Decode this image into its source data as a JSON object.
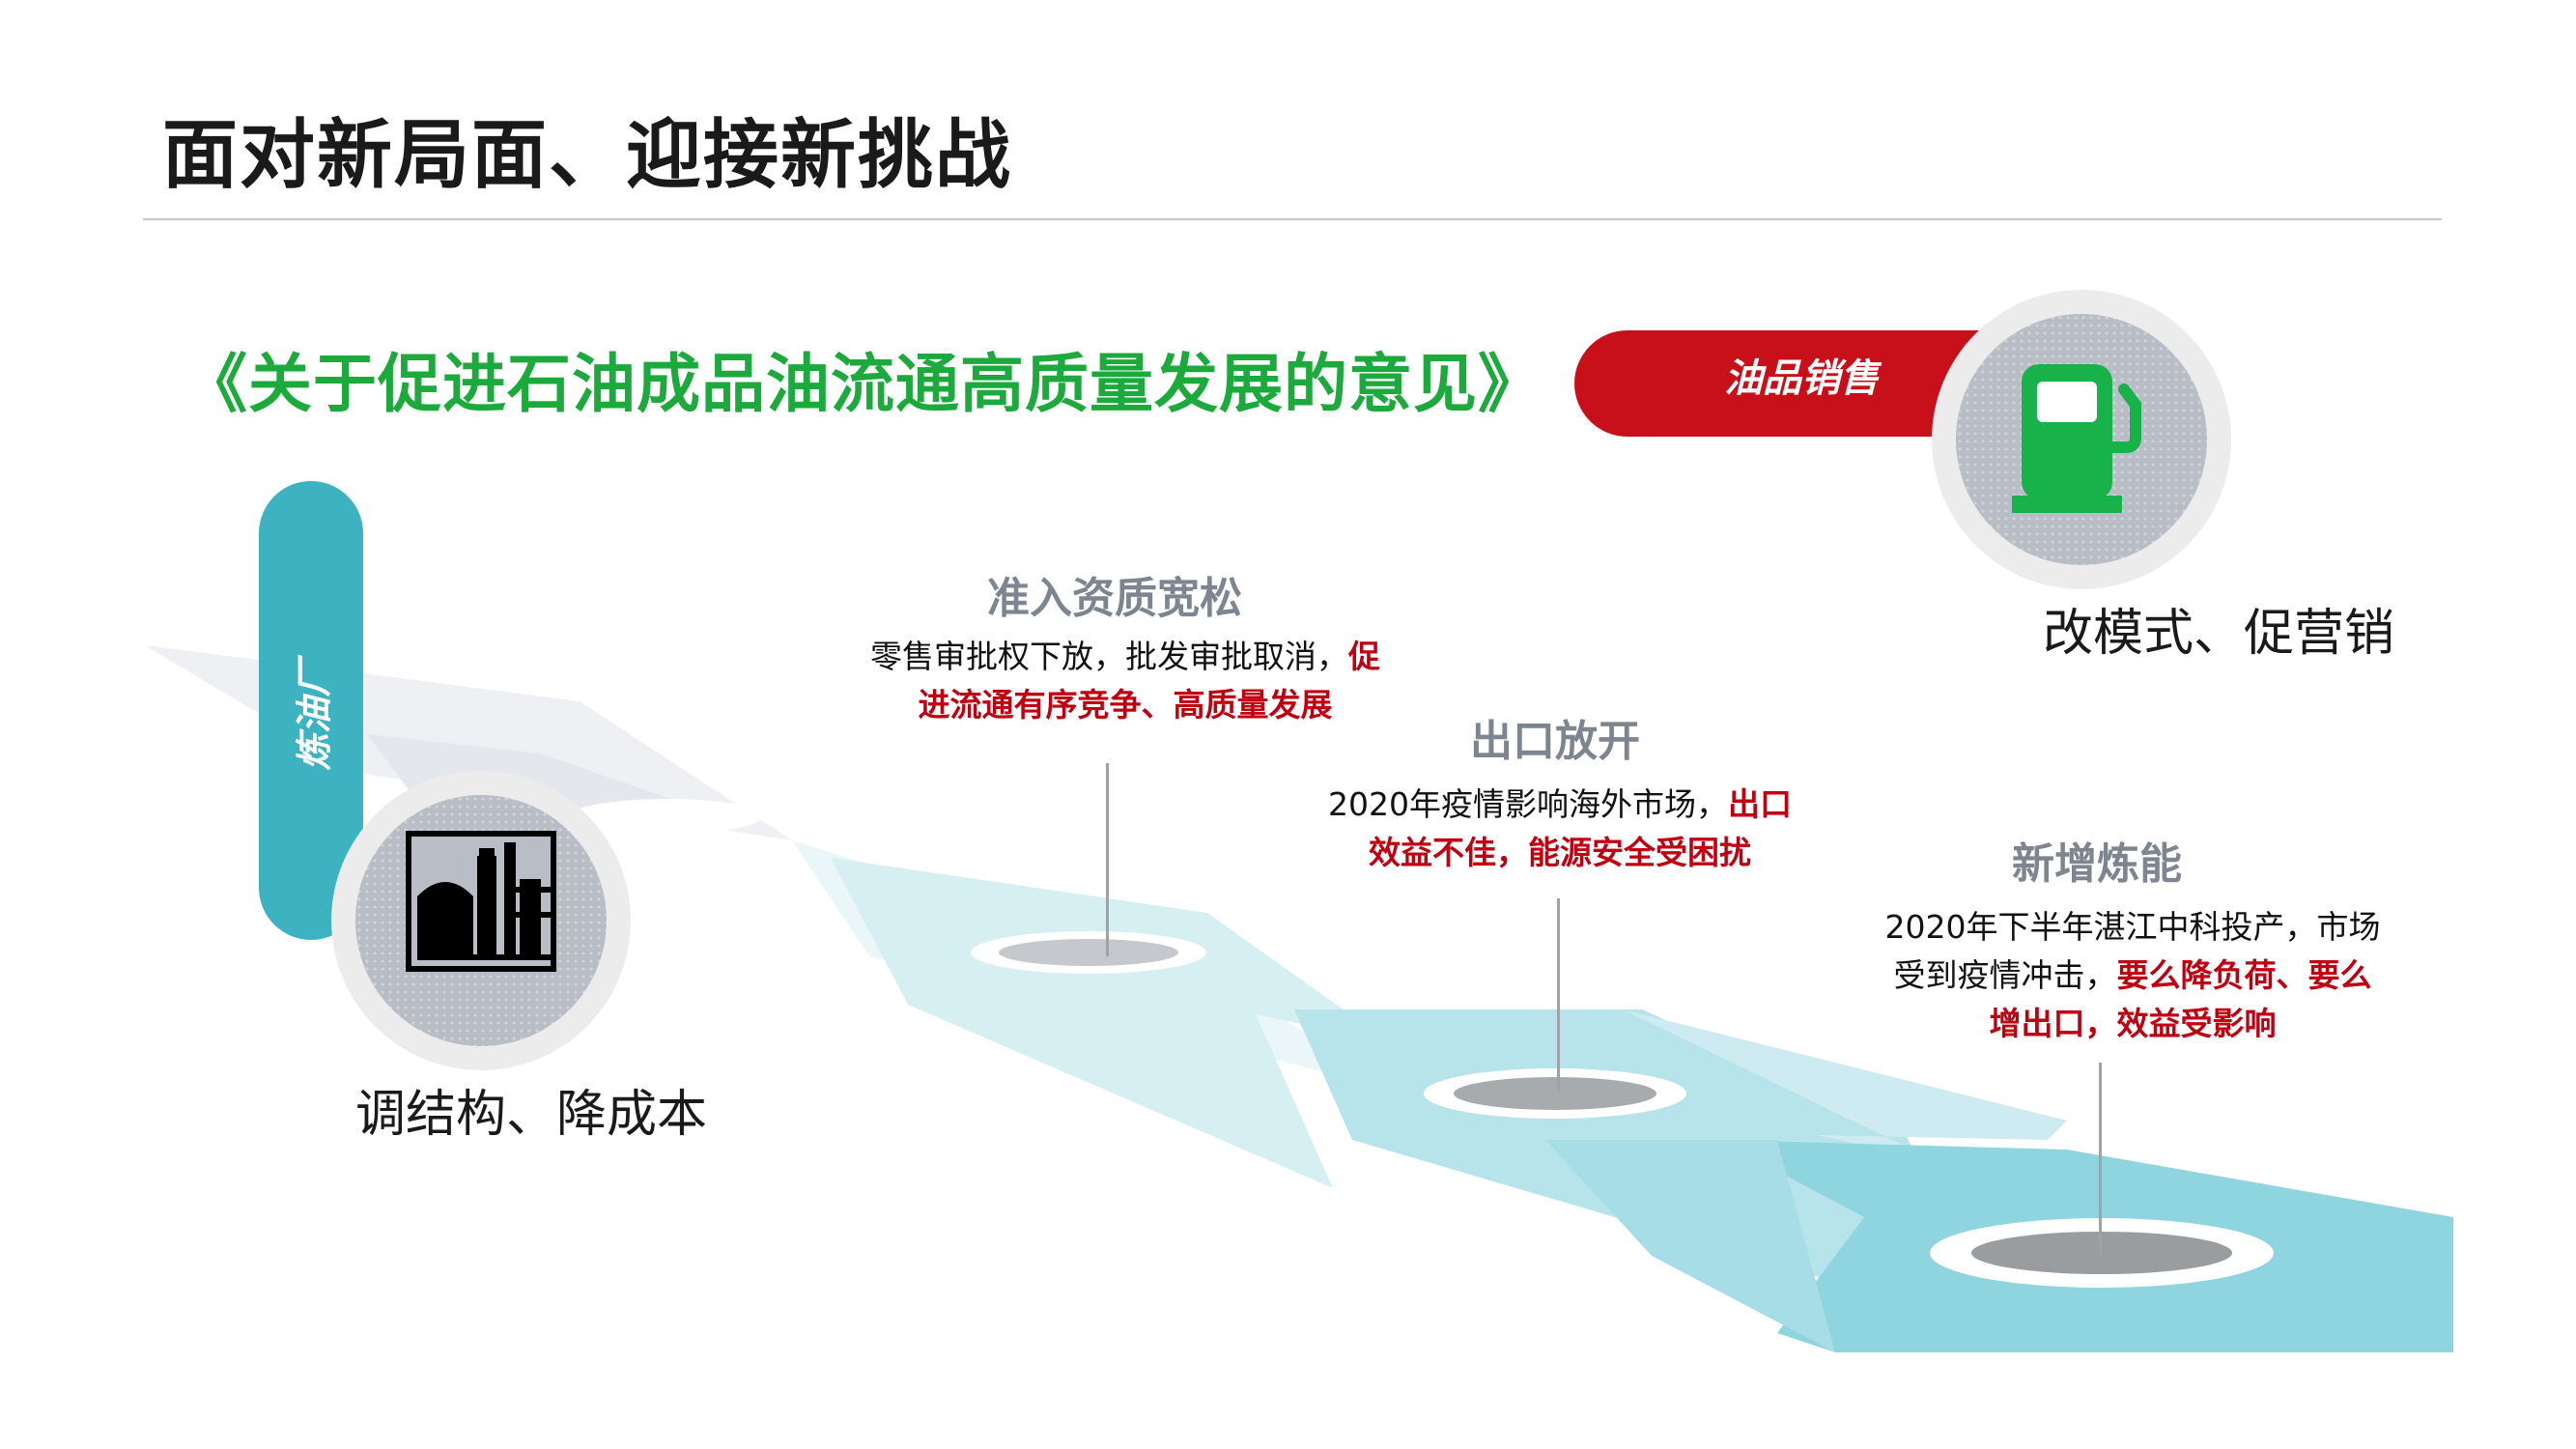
{
  "title": "面对新局面、迎接新挑战",
  "policy_title": "《关于促进石油成品油流通高质量发展的意见》",
  "refinery": {
    "label": "炼油厂",
    "icon": "refinery-icon",
    "caption": "调结构、降成本"
  },
  "oil_sales": {
    "label": "油品销售",
    "icon": "fuel-pump-icon",
    "caption": "改模式、促营销"
  },
  "milestones": [
    {
      "heading": "准入资质宽松",
      "line1_normal": "零售审批权下放，批发审批取消，",
      "line1_red": "促",
      "line2_red": "进流通有序竞争、高质量发展"
    },
    {
      "heading": "出口放开",
      "line1_normal": "2020年疫情影响海外市场，",
      "line1_red": "出口",
      "line2_red": "效益不佳，能源安全受困扰"
    },
    {
      "heading": "新增炼能",
      "line1_normal": "2020年下半年湛江中科投产，市场",
      "line2_normal": "受到疫情冲击，",
      "line2_red": "要么降负荷、要么",
      "line3_red": "增出口，效益受影响"
    }
  ],
  "colors": {
    "accent_red": "#c8101a",
    "accent_green": "#1daa3c",
    "accent_teal": "#3db3c2",
    "fuel_green": "#17b24a"
  }
}
